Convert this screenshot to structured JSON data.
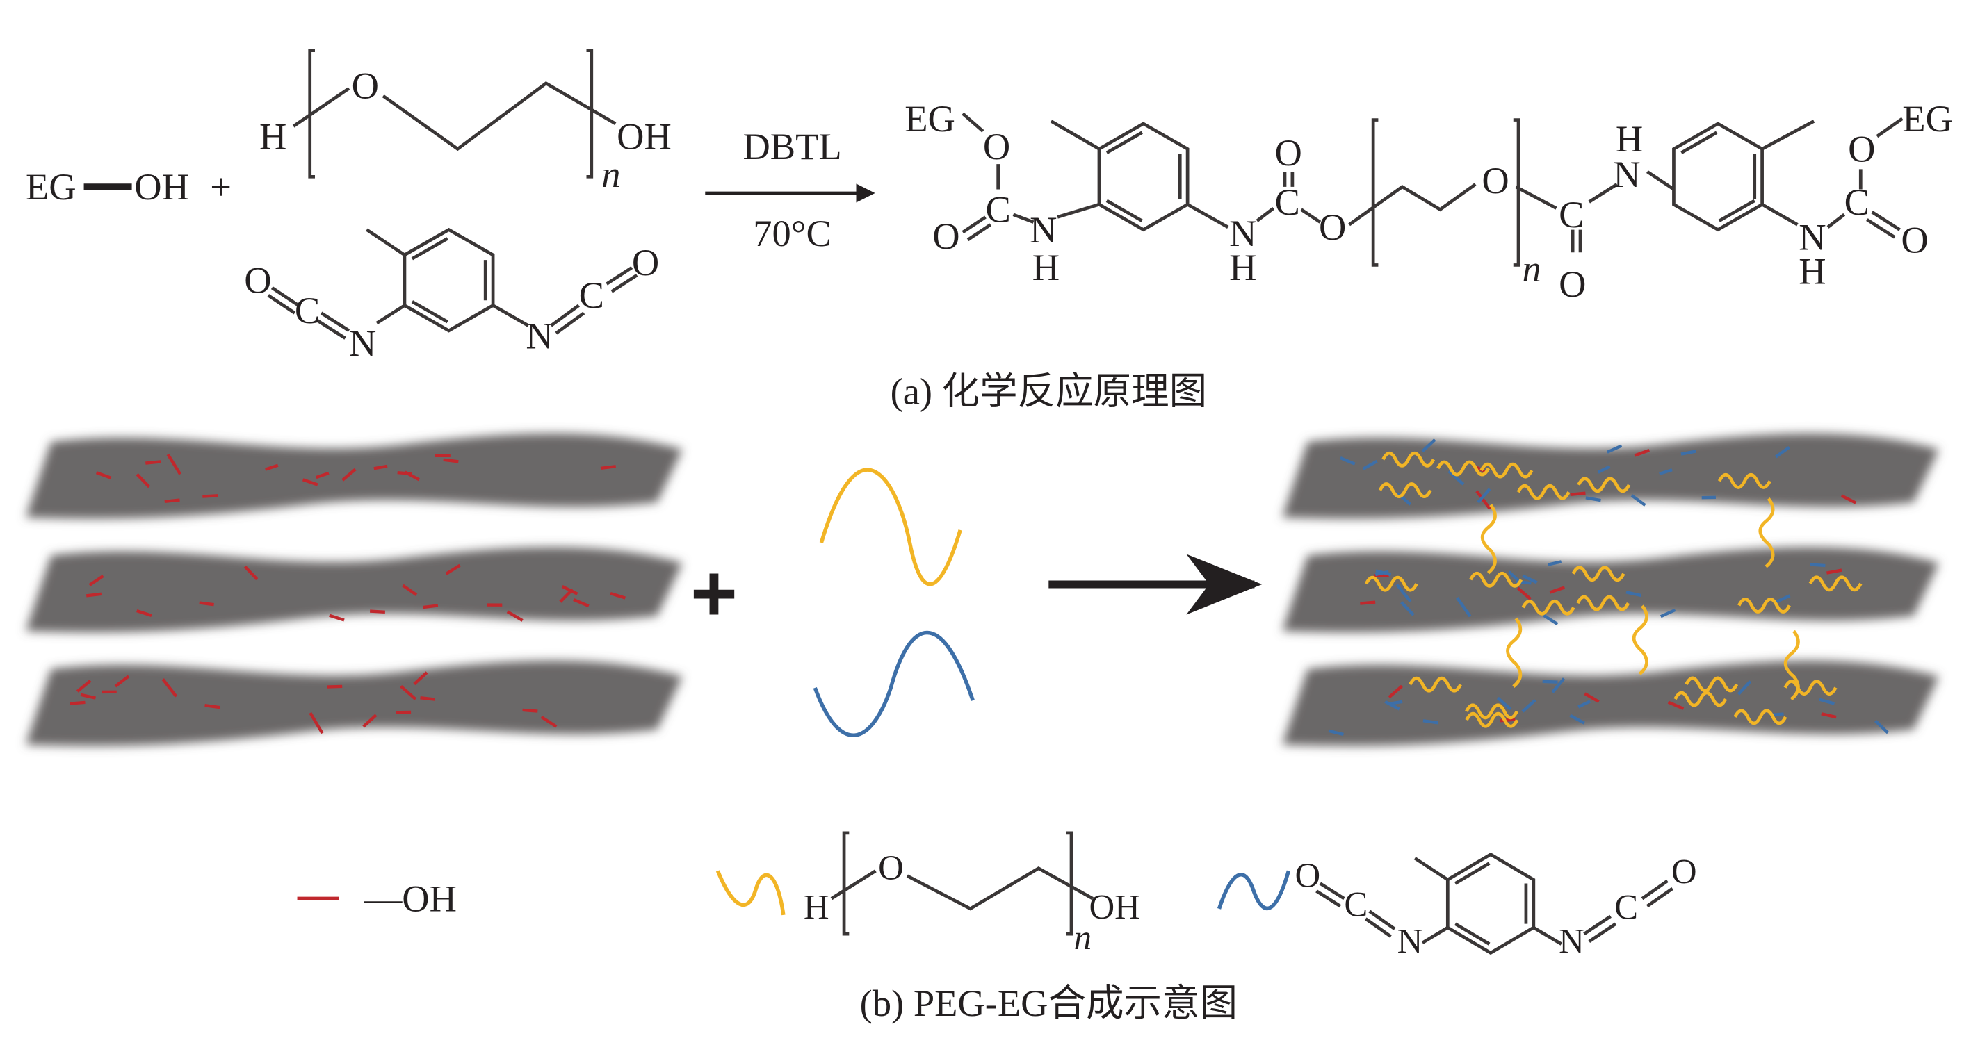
{
  "part_a": {
    "reactant_eg": "EG",
    "reactant_oh": "OH",
    "plus": "+",
    "peg": {
      "h": "H",
      "o": "O",
      "oh": "OH",
      "n": "n"
    },
    "tdi": {
      "o1": "O",
      "c1": "C",
      "n1": "N",
      "n2": "N",
      "c2": "C",
      "o2": "O"
    },
    "catalyst": "DBTL",
    "temperature": "70°C",
    "product": {
      "eg_left": "EG",
      "o_left": "O",
      "c_left": "C",
      "o_dbl_left": "O",
      "n_left": "N",
      "h_left": "H",
      "n_mid": "N",
      "h_mid": "H",
      "c_mid": "C",
      "o_dbl_mid": "O",
      "o_link": "O",
      "o_chain": "O",
      "n_repeat": "n",
      "c_right": "C",
      "o_dbl_right": "O",
      "n_right": "N",
      "h_right": "H",
      "n_far": "N",
      "h_far": "H",
      "c_far": "C",
      "o_far": "O",
      "o_dbl_far": "O",
      "eg_right": "EG"
    },
    "caption": "(a) 化学反应原理图"
  },
  "part_b": {
    "plus": "+",
    "legend": {
      "oh_label": "—OH",
      "peg": {
        "h": "H",
        "o": "O",
        "oh": "OH",
        "n": "n"
      },
      "tdi": {
        "o1": "O",
        "c1": "C",
        "n1": "N",
        "n2": "N",
        "c2": "C",
        "o2": "O"
      }
    },
    "caption": "(b) PEG-EG合成示意图"
  },
  "colors": {
    "hydroxyl": "#c0282d",
    "peg": "#f2b526",
    "tdi": "#3d6fa8",
    "sheet": "#6b6767",
    "ink": "#231f20"
  }
}
